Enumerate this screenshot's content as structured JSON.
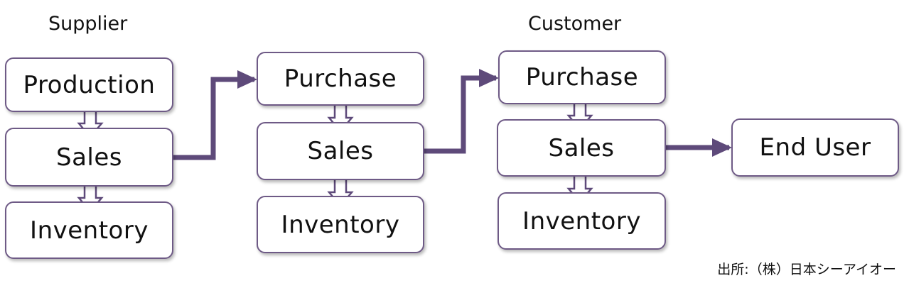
{
  "supplier": {
    "heading": "Supplier",
    "boxes": [
      "Production",
      "Sales",
      "Inventory"
    ]
  },
  "intermediary": {
    "boxes": [
      "Purchase",
      "Sales",
      "Inventory"
    ]
  },
  "customer": {
    "heading": "Customer",
    "boxes": [
      "Purchase",
      "Sales",
      "Inventory"
    ]
  },
  "end_user": {
    "label": "End User"
  },
  "source": "出所:（株）日本シーアイオー",
  "colors": {
    "arrow": "#5e4a7a",
    "border": "#6e5a86",
    "text": "#111111"
  }
}
